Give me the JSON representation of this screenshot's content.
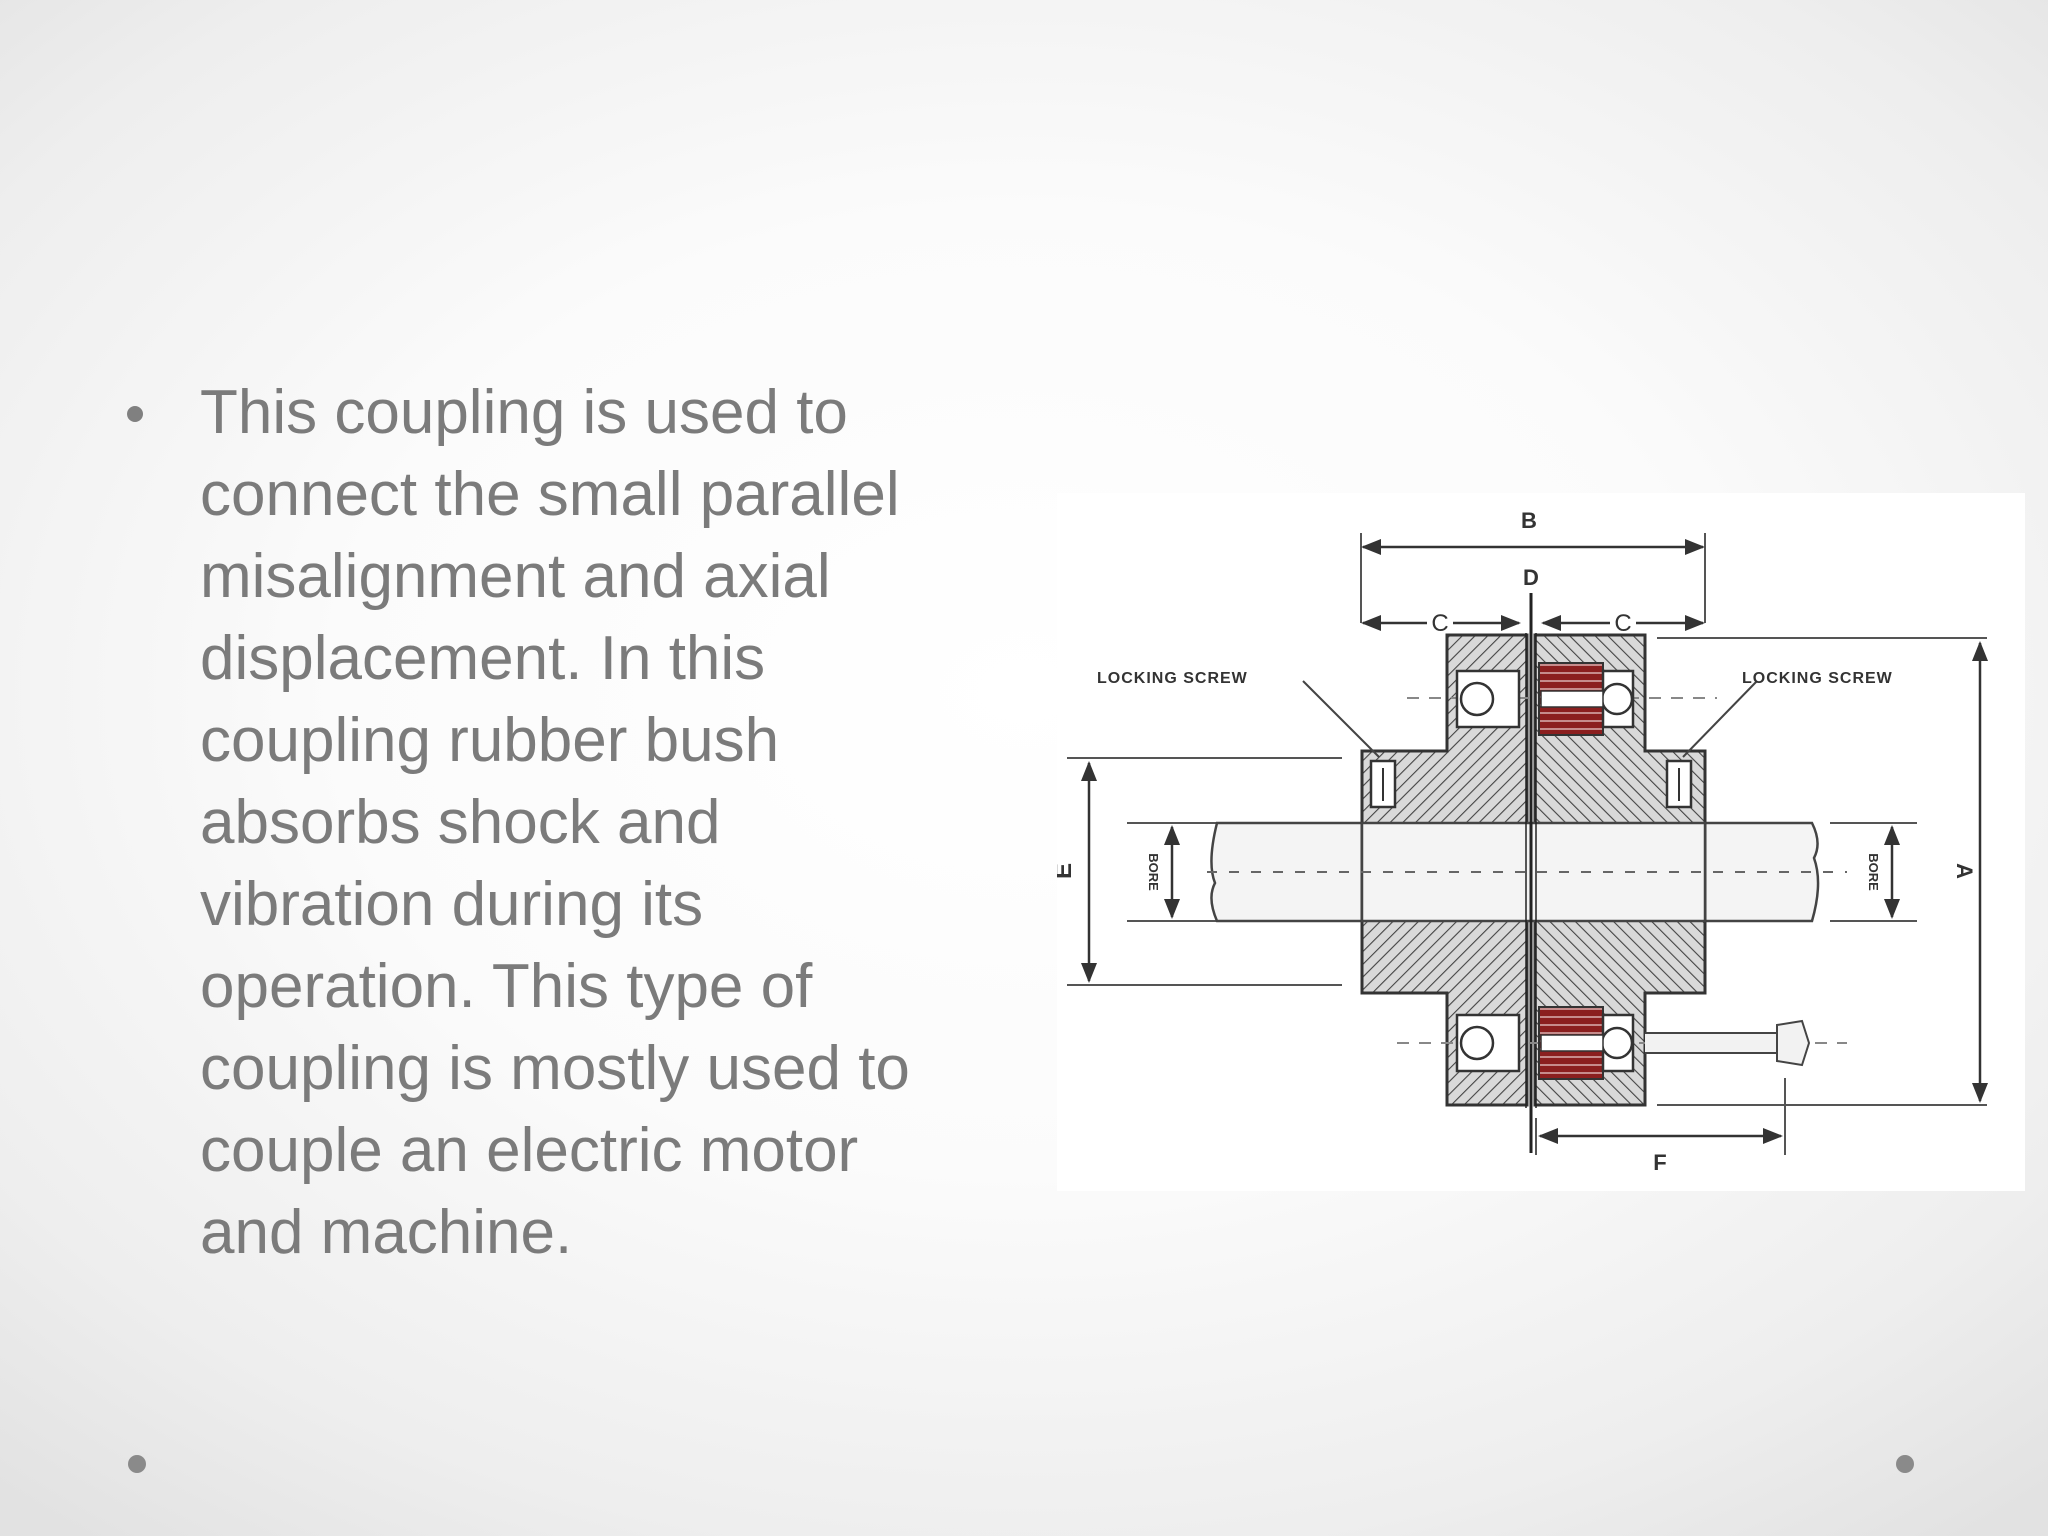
{
  "slide": {
    "bullet_lines": [
      "This coupling is used to",
      "connect the small parallel",
      "misalignment and axial",
      "displacement. In this",
      "coupling rubber bush",
      "absorbs shock and",
      "vibration during its",
      "operation. This type of",
      "coupling is mostly used to",
      "couple an electric motor",
      "and machine."
    ]
  },
  "diagram": {
    "labels": {
      "b": "B",
      "d": "D",
      "c_left": "C",
      "c_right": "C",
      "locking_left": "LOCKING SCREW",
      "locking_right": "LOCKING SCREW",
      "e": "E",
      "a": "A",
      "f": "F",
      "bore_left": "BORE",
      "bore_right": "BORE"
    },
    "colors": {
      "bush": "#8b1f1f",
      "line": "#333333"
    }
  }
}
